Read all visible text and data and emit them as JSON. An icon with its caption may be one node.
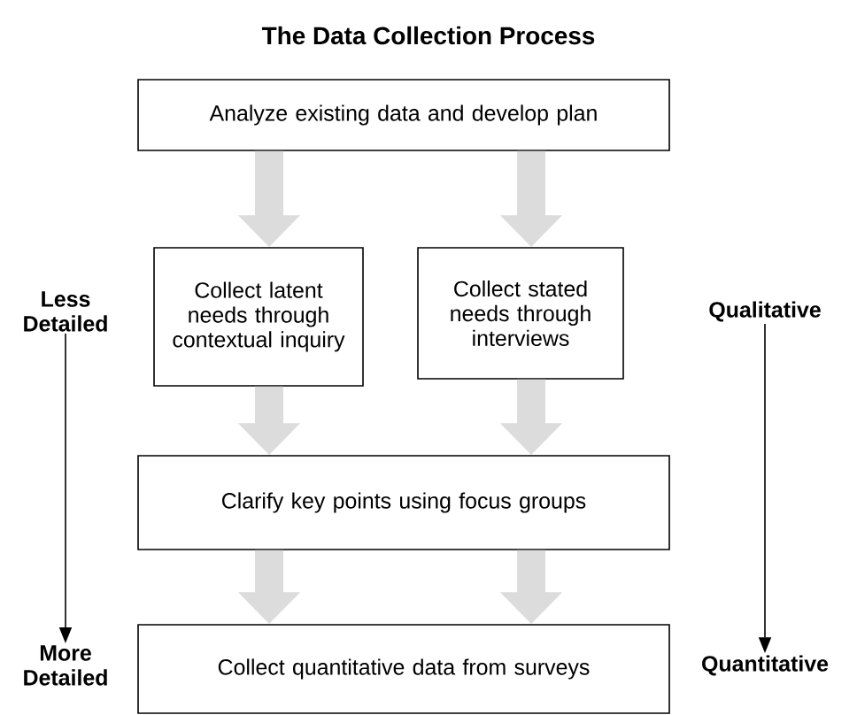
{
  "diagram": {
    "title": "The Data Collection Process",
    "nodes": [
      {
        "text": [
          "Analyze existing data and develop plan"
        ]
      },
      {
        "text": [
          "Collect latent needs through contextual inquiry"
        ]
      },
      {
        "text": [
          "Collect stated needs through interviews"
        ]
      },
      {
        "text": [
          "Clarify key points using focus groups"
        ]
      },
      {
        "text": [
          "Collect quantitative data from surveys"
        ]
      },
      {
        "text": [
          "Less Detailed"
        ]
      },
      {
        "text": [
          "More Detailed"
        ]
      },
      {
        "text": [
          "Qualitative"
        ]
      },
      {
        "text": [
          "Quantitative"
        ]
      }
    ],
    "edges": [
      {
        "from": 0,
        "to": 1,
        "arrow": "to"
      },
      {
        "from": 0,
        "to": 2,
        "arrow": "to"
      },
      {
        "from": 1,
        "to": 3,
        "arrow": "to"
      },
      {
        "from": 2,
        "to": 3,
        "arrow": "to"
      },
      {
        "from": 3,
        "to": 4,
        "arrow": "to"
      },
      {
        "from": 3,
        "to": 4,
        "arrow": "to"
      },
      {
        "from": 5,
        "to": 6,
        "arrow": "to",
        "color": "#000000"
      },
      {
        "from": 7,
        "to": 8,
        "arrow": "to",
        "color": "#000000"
      }
    ]
  }
}
